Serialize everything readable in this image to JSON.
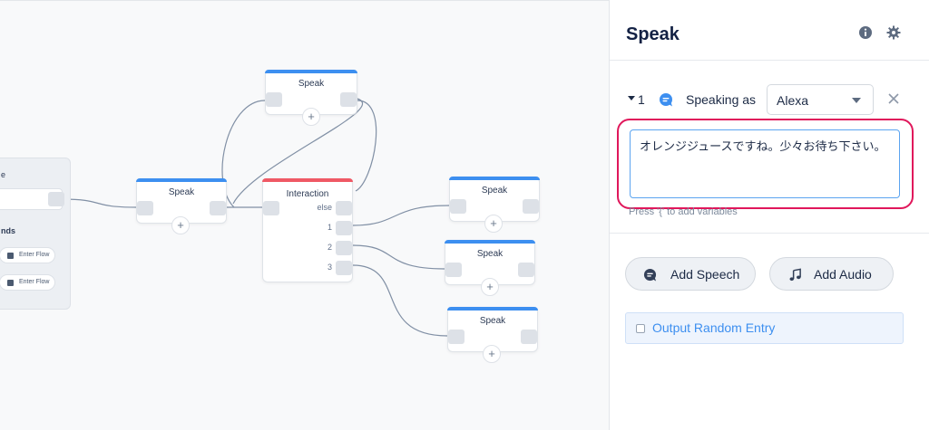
{
  "canvas": {
    "flow_group": {
      "label_top": "e",
      "label_commands": "nds",
      "enter_flow_buttons": [
        "Enter Flow",
        "Enter Flow"
      ]
    },
    "nodes": {
      "speak_left": {
        "title": "Speak",
        "add": "+"
      },
      "speak_top": {
        "title": "Speak",
        "add": "+"
      },
      "interaction": {
        "title": "Interaction",
        "ports": [
          "else",
          "1",
          "2",
          "3"
        ]
      },
      "speak_r1": {
        "title": "Speak",
        "add": "+"
      },
      "speak_r2": {
        "title": "Speak",
        "add": "+"
      },
      "speak_r3": {
        "title": "Speak",
        "add": "+"
      }
    }
  },
  "panel": {
    "title": "Speak",
    "icons": [
      "info-icon",
      "gear-icon",
      "chat-bubble-icon",
      "close-icon",
      "music-note-icon"
    ],
    "speech": {
      "index": "1",
      "speaking_as_label": "Speaking as",
      "voice_selected": "Alexa",
      "text": "オレンジジュースですね。少々お待ち下さい。",
      "hint": "Press '{' to add variables"
    },
    "add_speech_label": "Add Speech",
    "add_audio_label": "Add Audio",
    "random_label": "Output Random Entry",
    "colors": {
      "accent": "#3d8ff0",
      "highlight": "#e0175b",
      "node_red": "#ef5965"
    }
  }
}
